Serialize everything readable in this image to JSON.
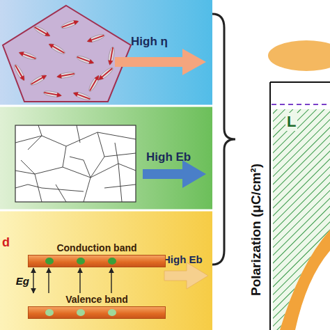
{
  "diagram": {
    "nodes": [
      {
        "text": [
          "High η"
        ]
      },
      {
        "text": [
          "High Eb"
        ]
      },
      {
        "text": [
          "High Eb"
        ]
      },
      {
        "text": [
          "Conduction band"
        ],
        "in": 2
      },
      {
        "text": [
          "Valence band"
        ],
        "in": 2
      }
    ],
    "edges": [
      {
        "from": 4,
        "to": 3,
        "arrow": "both",
        "label": "Eg"
      },
      {
        "from": 4,
        "to": 3,
        "arrow": "to"
      },
      {
        "from": 4,
        "to": 3,
        "arrow": "to"
      },
      {
        "from": 4,
        "to": 3,
        "arrow": "to"
      }
    ],
    "labels": [
      "d",
      "Polarization (μC/cm²)",
      "L"
    ]
  }
}
